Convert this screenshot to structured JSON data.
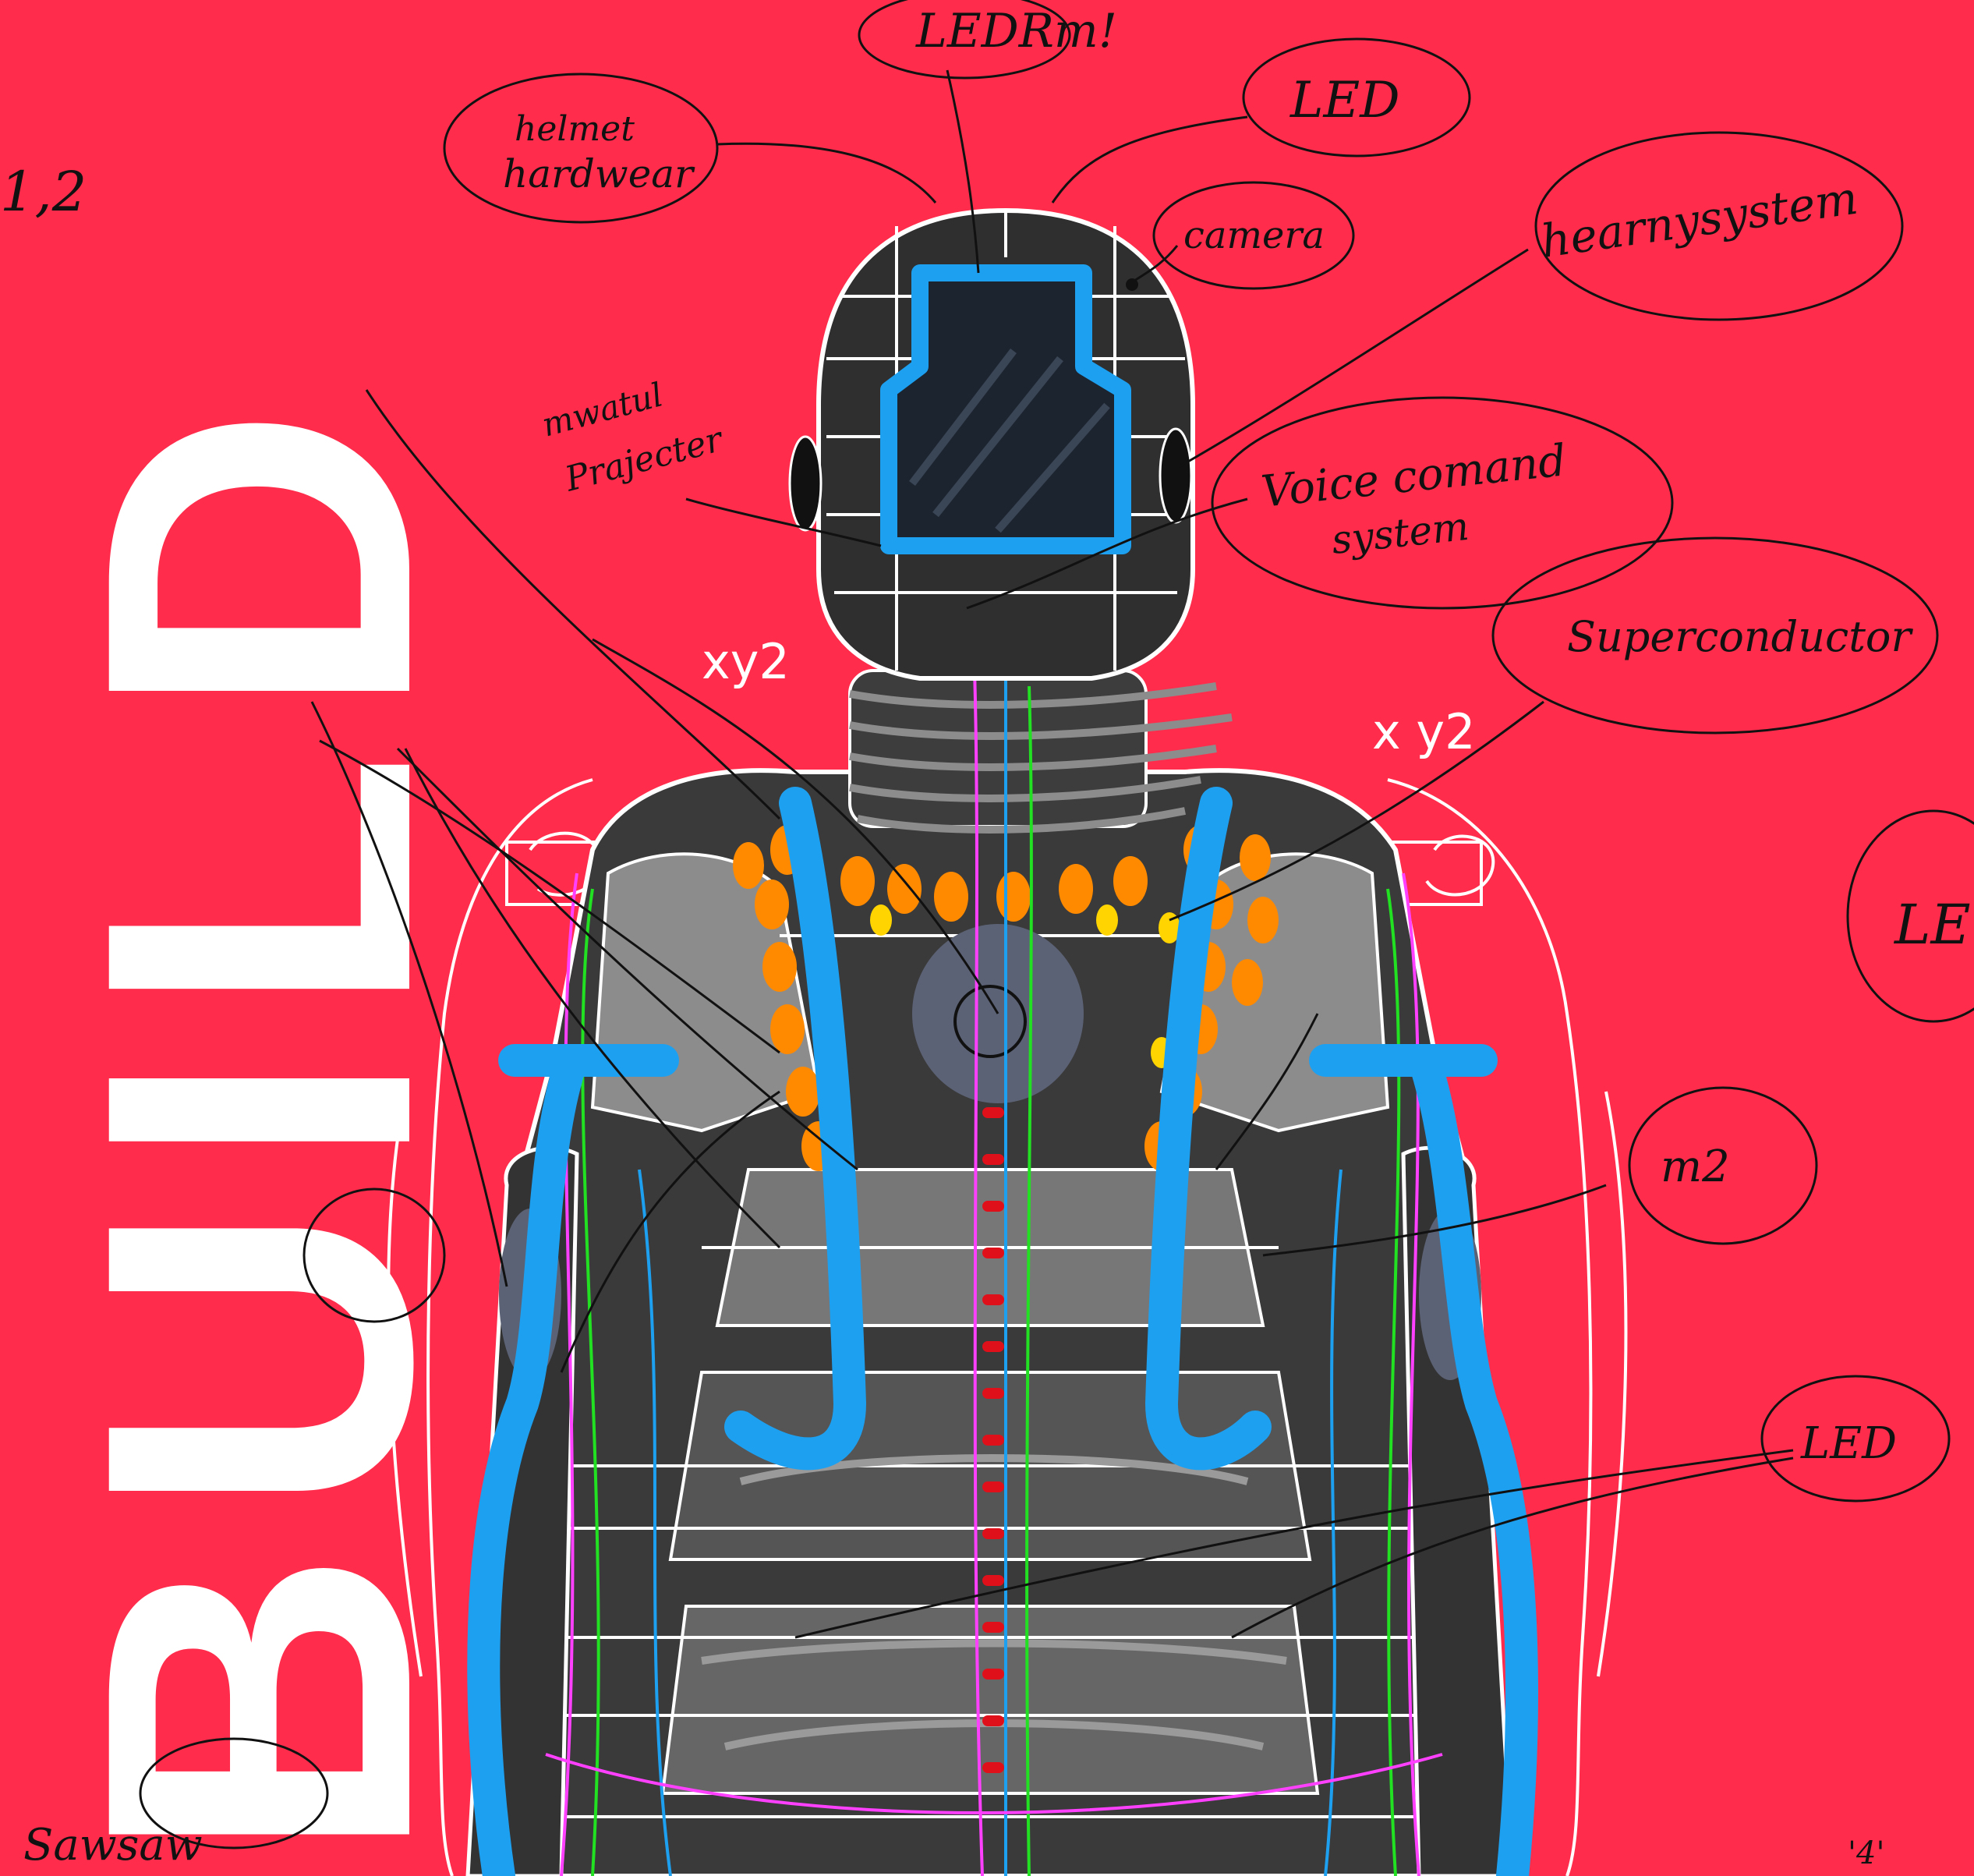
{
  "poster": {
    "title": "BUILD",
    "colors": {
      "background": "#ff2d4b",
      "accent_blue": "#1ea0f0",
      "title_white": "#ffffff",
      "suit_dark": "#3a3a3a",
      "suit_grey": "#8c8c8c",
      "orange": "#ff8a00",
      "visor": "#1c2430"
    }
  },
  "annotations": {
    "led_top": "LEDRm!",
    "helmet_hardware_line1": "helmet",
    "helmet_hardware_line2": "hardwear",
    "led_right": "LED",
    "camera": "camera",
    "hearing_system": "hearnysystem",
    "miniature_projector_line1": "mwatul",
    "miniature_projector_line2": "Prajecter",
    "voice_command_line1": "Voice comand",
    "voice_command_line2": "system",
    "superconductor": "Superconductor",
    "xyz_left": "xy2",
    "xyz_right": "x y2",
    "m2": "m2",
    "led_lower": "LED",
    "led_edge": "LE",
    "number_edge": "1,2",
    "sawsaw": "Sawsaw",
    "corner_mark": "'4'"
  }
}
